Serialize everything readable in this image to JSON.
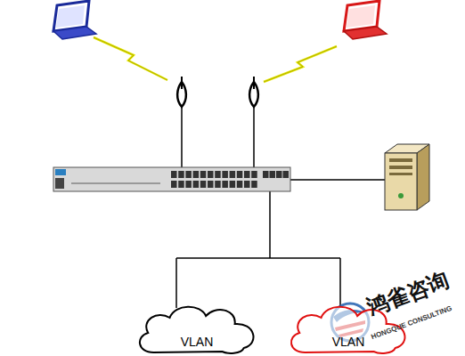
{
  "diagram": {
    "nodes": [
      {
        "text": [
          "VLAN"
        ]
      },
      {
        "text": [
          "VLAN"
        ]
      }
    ],
    "labels": [
      "鸿雀咨询",
      "HONGQUE CONSULTING"
    ]
  }
}
